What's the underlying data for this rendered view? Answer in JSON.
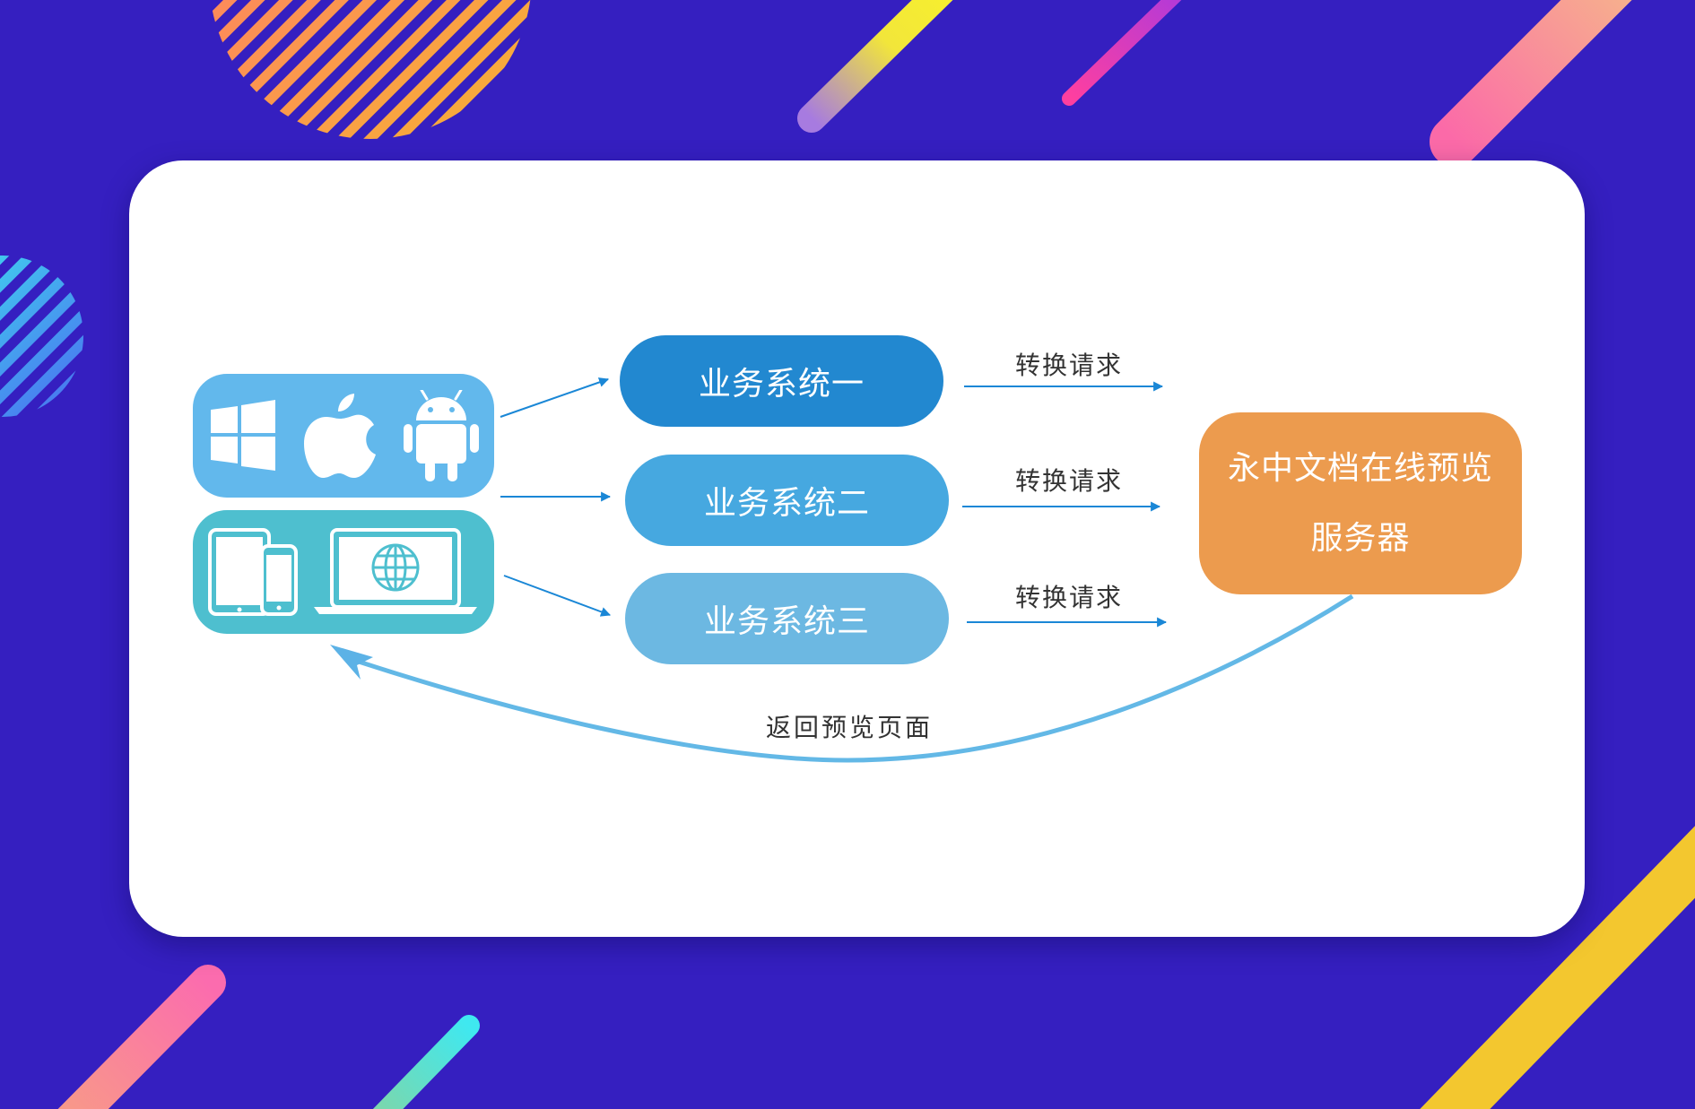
{
  "colors": {
    "background": "#351fc0",
    "card": "#ffffff",
    "system_one": "#2288d0",
    "system_two": "#46a8e0",
    "system_three": "#6cb8e2",
    "server": "#ec9b4e",
    "os_panel": "#62b8ec",
    "device_panel": "#4ebfcf",
    "arrow": "#1a87d6",
    "return_arrow": "#63b8e6",
    "label_text": "#333333"
  },
  "clients": {
    "os_icons": [
      "windows-logo-icon",
      "apple-logo-icon",
      "android-logo-icon"
    ],
    "device_icons": [
      "tablet-icon",
      "phone-icon",
      "laptop-icon",
      "globe-icon"
    ]
  },
  "systems": [
    {
      "label": "业务系统一"
    },
    {
      "label": "业务系统二"
    },
    {
      "label": "业务系统三"
    }
  ],
  "requests": [
    {
      "label": "转换请求"
    },
    {
      "label": "转换请求"
    },
    {
      "label": "转换请求"
    }
  ],
  "server": {
    "line1": "永中文档在线预览",
    "line2": "服务器"
  },
  "return_path": {
    "label": "返回预览页面"
  }
}
